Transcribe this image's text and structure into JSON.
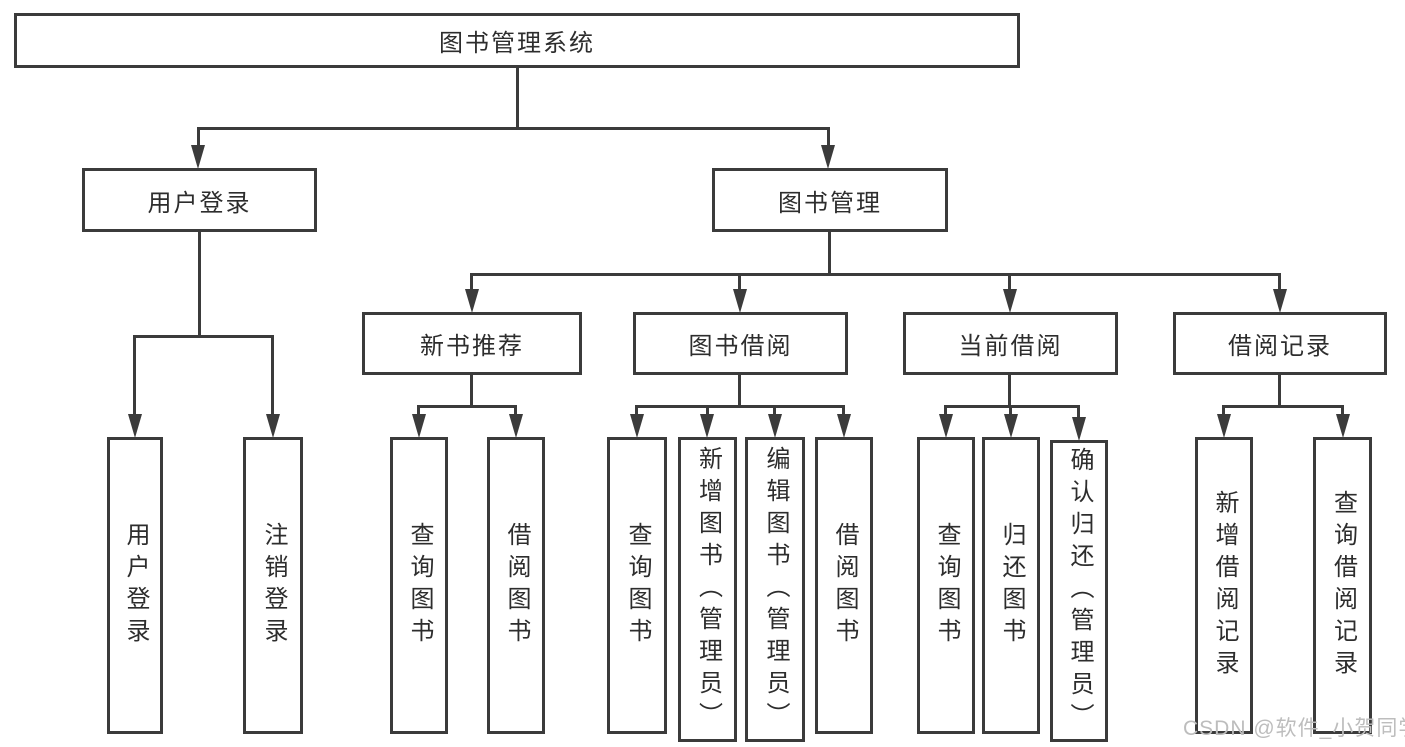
{
  "diagram": {
    "type": "tree",
    "tree": {
      "root": {
        "label": "图书管理系统",
        "children": [
          {
            "label": "用户登录",
            "children": [
              {
                "label": "用户登录"
              },
              {
                "label": "注销登录"
              }
            ]
          },
          {
            "label": "图书管理",
            "children": [
              {
                "label": "新书推荐",
                "children": [
                  {
                    "label": "查询图书"
                  },
                  {
                    "label": "借阅图书"
                  }
                ]
              },
              {
                "label": "图书借阅",
                "children": [
                  {
                    "label": "查询图书"
                  },
                  {
                    "label": "新增图书（管理员）"
                  },
                  {
                    "label": "编辑图书（管理员）"
                  },
                  {
                    "label": "借阅图书"
                  }
                ]
              },
              {
                "label": "当前借阅",
                "children": [
                  {
                    "label": "查询图书"
                  },
                  {
                    "label": "归还图书"
                  },
                  {
                    "label": "确认归还（管理员）"
                  }
                ]
              },
              {
                "label": "借阅记录",
                "children": [
                  {
                    "label": "新增借阅记录"
                  },
                  {
                    "label": "查询借阅记录"
                  }
                ]
              }
            ]
          }
        ]
      }
    },
    "watermark": "CSDN @软件_小贺同学",
    "colors": {
      "line": "#3b3b3b",
      "text": "#2d2d2d",
      "watermark": "#bdbdbd",
      "background": "#ffffff"
    }
  }
}
